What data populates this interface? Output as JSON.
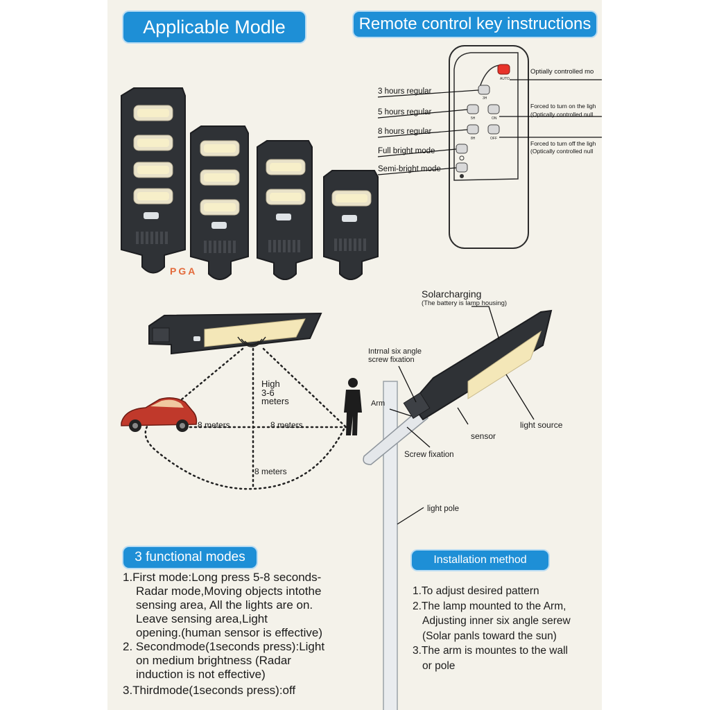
{
  "headers": {
    "applicable": "Applicable Modle",
    "remote": "Remote control key instructions",
    "modes": "3 functional modes",
    "install": "Installation method"
  },
  "remote": {
    "left_labels": [
      "3 hours regular",
      "5 hours regular",
      "8 hours regular",
      "Full bright mode",
      "Semi-bright mode"
    ],
    "right_labels": {
      "auto": "Optially controlled mo",
      "on_1": "Forced to turn on the ligh",
      "on_2": "(Optically controlled null",
      "off_1": "Forced to turn off the ligh",
      "off_2": "(Optically controlled null"
    },
    "key_text": {
      "auto": "AUTO",
      "h3": "3H",
      "h5": "5H",
      "h8": "8H",
      "on": "ON",
      "off": "OFF"
    },
    "auto_color": "#e8332a"
  },
  "watermark": "PGA",
  "radar": {
    "high": "High",
    "range": "3-6",
    "unit": "meters",
    "left_distance": "8 meters",
    "right_distance": "8 meters",
    "down_distance": "8 meters"
  },
  "install_diagram": {
    "solar_title": "Solarcharging",
    "solar_sub": "(The battery is lamp housing)",
    "screw_1": "Intrnal six angle",
    "screw_2": "screw fixation",
    "arm": "Arm",
    "sensor": "sensor",
    "light_source": "light source",
    "screw_fix": "Screw fixation",
    "pole": "light pole"
  },
  "modes": [
    "1.First mode:Long press 5-8 seconds-",
    "Radar mode,Moving objects intothe",
    "sensing area, All the lights are on.",
    "Leave sensing area,Light",
    "opening.(human sensor is effective)",
    "2. Secondmode(1seconds press):Light",
    "on medium brightness (Radar",
    "induction is not effective)",
    "3.Thirdmode(1seconds press):off"
  ],
  "install_steps": [
    "1.To adjust desired pattern",
    "2.The lamp mounted to the Arm,",
    "Adjusting inner six angle serew",
    "(Solar panls toward the sun)",
    "3.The arm is mountes to the wall",
    "or pole"
  ],
  "colors": {
    "accent": "#1e8fd6",
    "lamp_body": "#2f3236",
    "led": "#f4e7b8"
  }
}
